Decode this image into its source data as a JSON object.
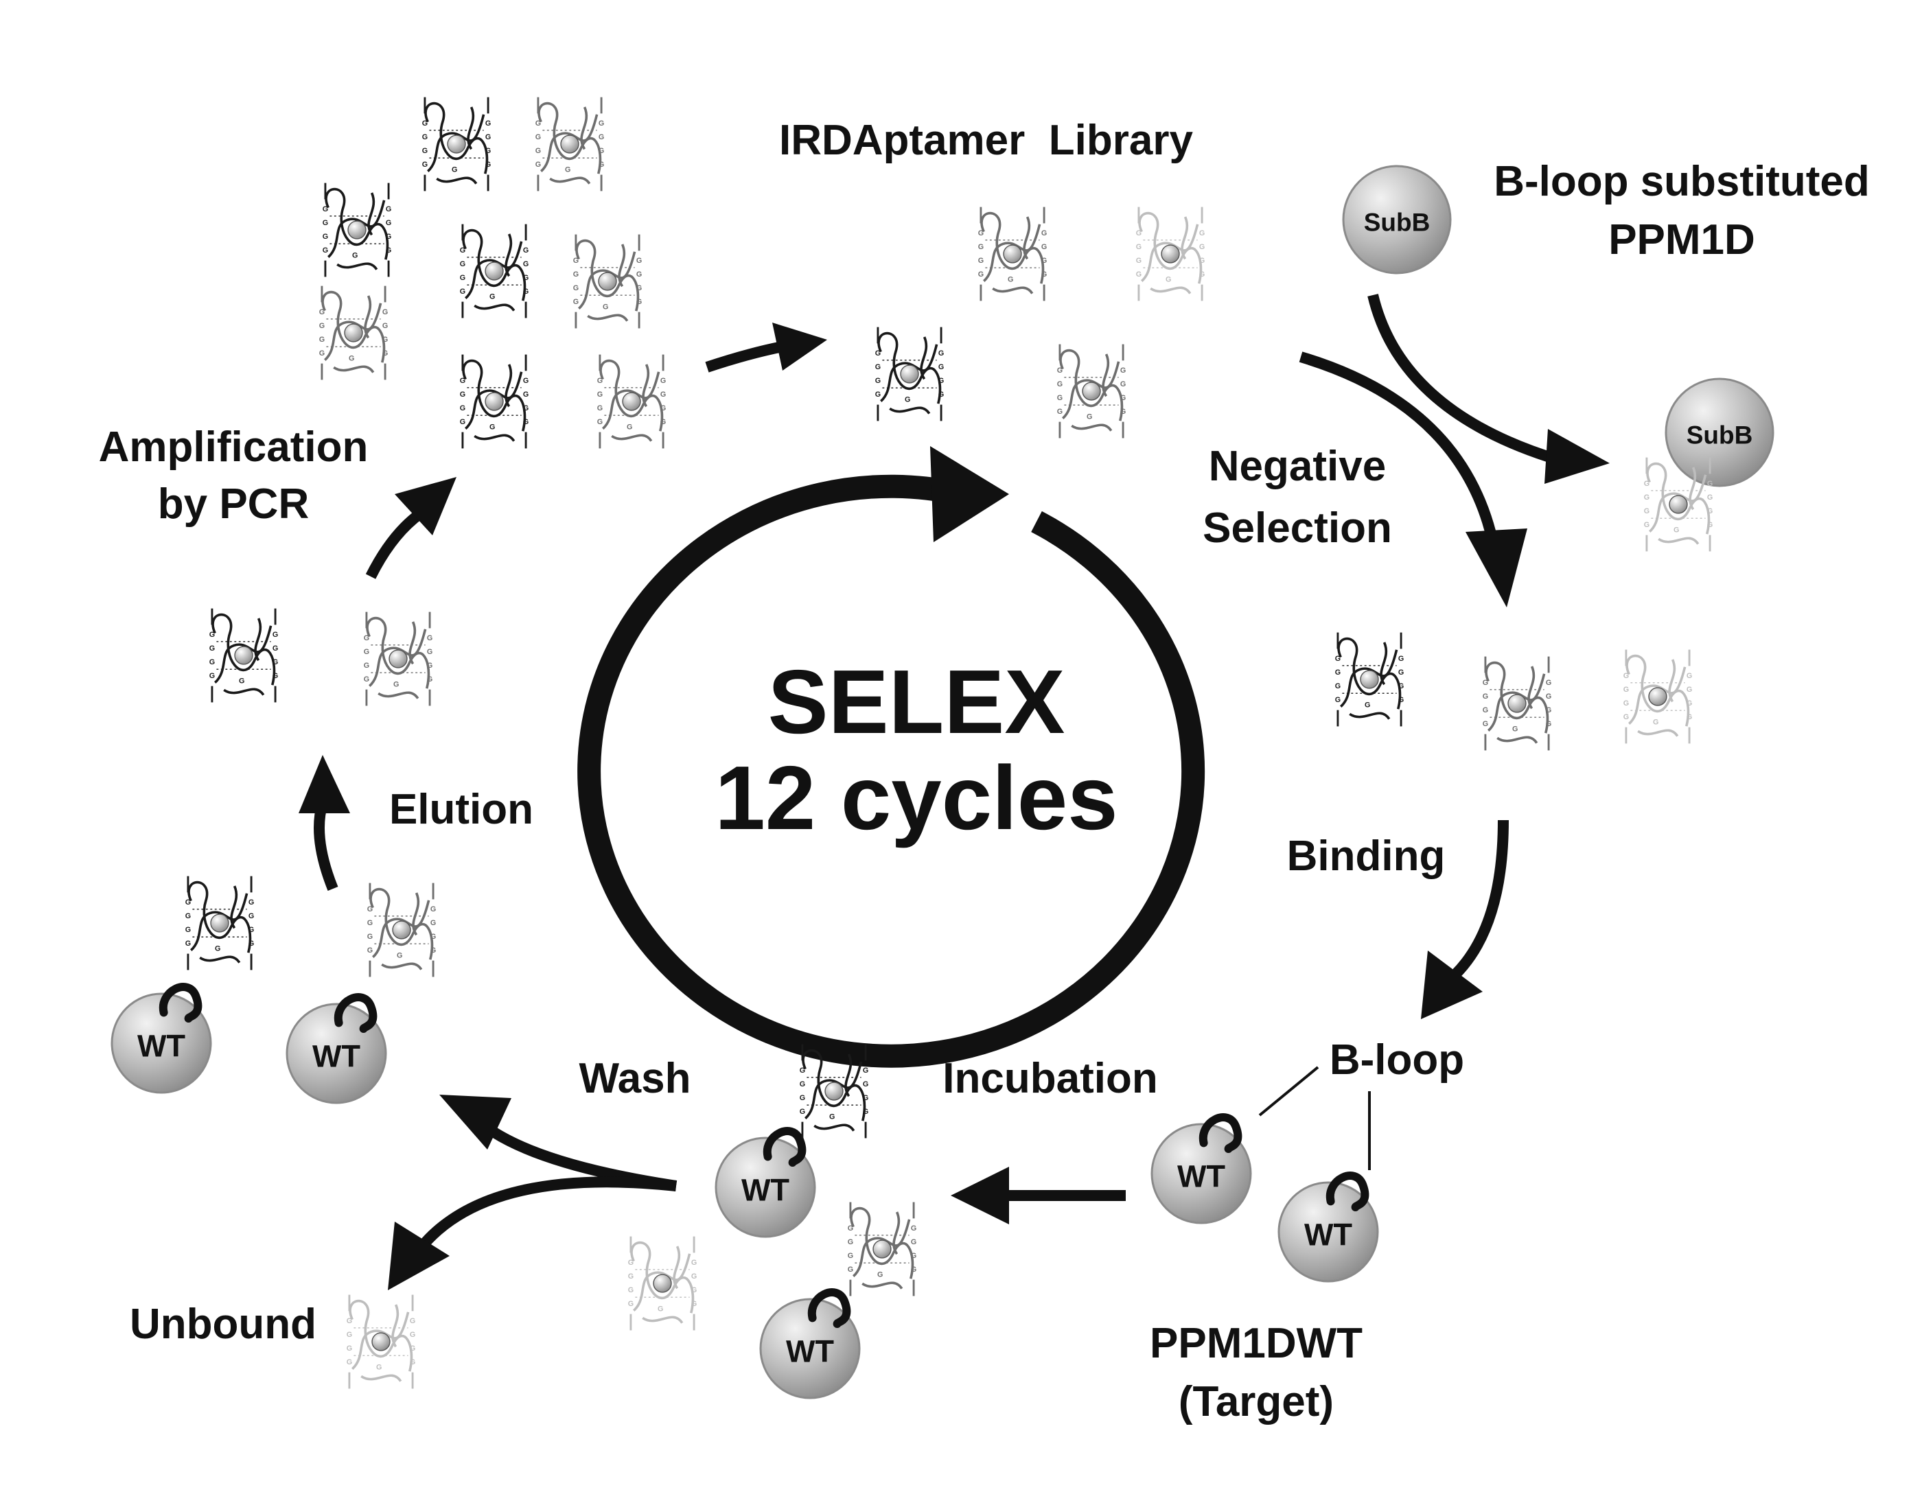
{
  "center": {
    "line1": "SELEX",
    "line2": "12 cycles"
  },
  "labels": {
    "library": "IRDAptamer  Library",
    "subb_line1": "B-loop substituted",
    "subb_line2": "PPM1D",
    "negative_line1": "Negative",
    "negative_line2": "Selection",
    "binding": "Binding",
    "bloop": "B-loop",
    "target_line1": "PPM1DWT",
    "target_line2": "(Target)",
    "incubation": "Incubation",
    "wash": "Wash",
    "unbound": "Unbound",
    "elution": "Elution",
    "amplification_line1": "Amplification",
    "amplification_line2": "by PCR"
  },
  "spheres": {
    "wt": "WT",
    "subb": "SubB"
  },
  "aptamer_base": "G",
  "colors": {
    "ink": "#111111",
    "sphere_fill": "#b9b9b9",
    "sphere_stroke": "#8a8a8a",
    "strand_dark": "#1a1a1a",
    "strand_mid": "#6e6e6e",
    "strand_light": "#bdbdbd"
  }
}
